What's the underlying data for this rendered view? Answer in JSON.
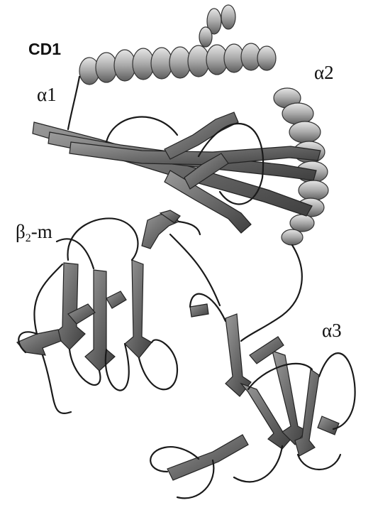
{
  "figure": {
    "title": "CD1",
    "labels": {
      "alpha1": "α1",
      "alpha2": "α2",
      "beta2m_base": "β",
      "beta2m_sub": "2",
      "beta2m_suffix": "-m",
      "alpha3": "α3"
    }
  },
  "colors": {
    "background": "#ffffff",
    "ink": "#111111",
    "helix_fill": "#b8b8b8",
    "strand_fill": "#7a7a7a"
  }
}
